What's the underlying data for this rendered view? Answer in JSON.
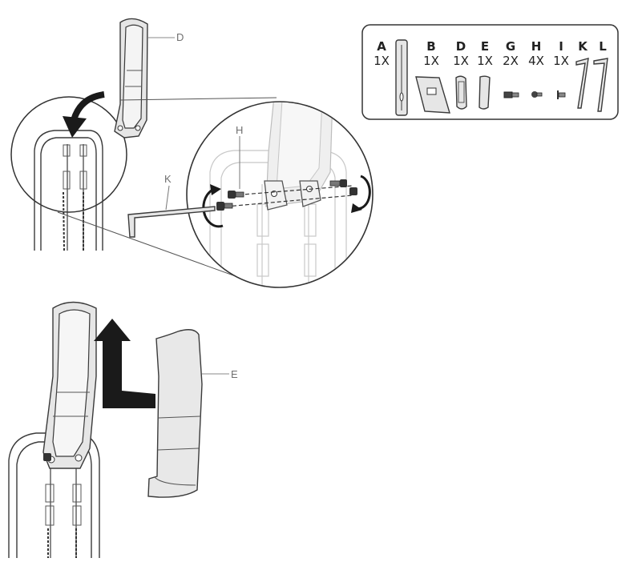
{
  "labels": {
    "top_d": "D",
    "callout_h": "H",
    "callout_k": "K",
    "bottom_e": "E"
  },
  "parts": [
    {
      "letter": "A",
      "qty": "1X"
    },
    {
      "letter": "B",
      "qty": "1X"
    },
    {
      "letter": "D",
      "qty": "1X"
    },
    {
      "letter": "E",
      "qty": "1X"
    },
    {
      "letter": "G",
      "qty": "2X"
    },
    {
      "letter": "H",
      "qty": "4X"
    },
    {
      "letter": "I",
      "qty": "1X"
    },
    {
      "letter": "K",
      "qty": ""
    },
    {
      "letter": "L",
      "qty": ""
    }
  ]
}
